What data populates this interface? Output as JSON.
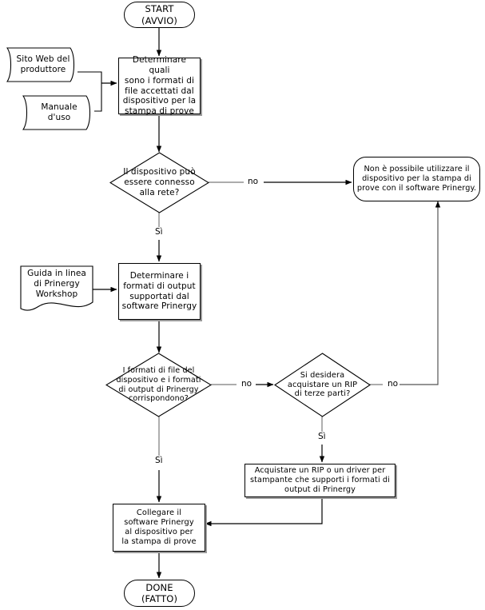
{
  "diagram": {
    "title": "Flusso di lavoro Prinergy - stampa di prove",
    "language": "it",
    "background": "#ffffff",
    "line_color": "#000000",
    "shadow_color": "#9a9a9a"
  },
  "nodes": {
    "start": {
      "type": "terminal",
      "label": "START\n(AVVIO)"
    },
    "doc_sito_web": {
      "type": "document",
      "label": "Sito Web del\nproduttore"
    },
    "doc_manuale": {
      "type": "document",
      "label": "Manuale\nd'uso"
    },
    "proc_determinare_formati_file": {
      "type": "process",
      "label": "Determinare quali\nsono i formati di\nfile accettati dal\ndispositivo per la\nstampa di prove"
    },
    "dec_connesso_rete": {
      "type": "decision",
      "label": "Il dispositivo può\nessere connesso\nalla rete?"
    },
    "end_non_possibile": {
      "type": "roundrect",
      "label": "Non è possibile utilizzare il\ndispositivo per la stampa di\nprove con il software Prinergy."
    },
    "doc_guida_linea": {
      "type": "document",
      "label": "Guida in linea\ndi Prinergy\nWorkshop"
    },
    "proc_determinare_output": {
      "type": "process",
      "label": "Determinare i\nformati di output\nsupportati dal\nsoftware Prinergy"
    },
    "dec_formati_corrispondono": {
      "type": "decision",
      "label": "I formati di file del\ndispositivo e i formati\ndi output di Prinergy\ncorrispondono?"
    },
    "dec_acquistare_rip": {
      "type": "decision",
      "label": "Si desidera\nacquistare un RIP\ndi terze parti?"
    },
    "proc_acquistare_rip": {
      "type": "process",
      "label": "Acquistare un RIP o un driver per\nstampante che supporti i formati di\noutput di Prinergy"
    },
    "proc_collegare": {
      "type": "process",
      "label": "Collegare il\nsoftware Prinergy\nal dispositivo per\nla stampa di prove"
    },
    "done": {
      "type": "terminal",
      "label": "DONE\n(FATTO)"
    }
  },
  "edge_labels": {
    "rete_no": "no",
    "rete_si": "Sì",
    "formati_no": "no",
    "formati_si": "Sì",
    "rip_no": "no",
    "rip_si": "Sì"
  }
}
